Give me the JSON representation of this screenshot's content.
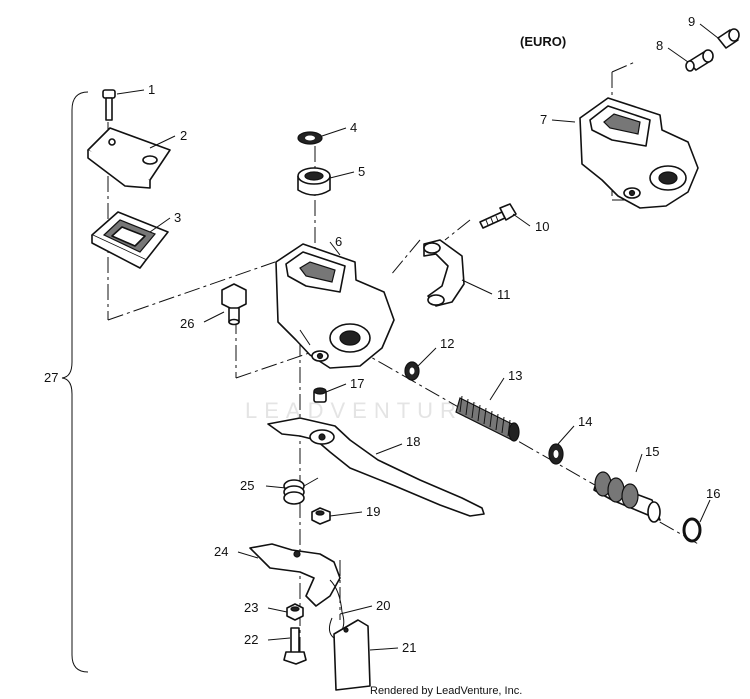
{
  "title": "(EURO)",
  "watermark": "LEADVENTURE",
  "credit": "Rendered by LeadVenture, Inc.",
  "callouts": {
    "c1": "1",
    "c2": "2",
    "c3": "3",
    "c4": "4",
    "c5": "5",
    "c6": "6",
    "c7": "7",
    "c8": "8",
    "c9": "9",
    "c10": "10",
    "c11": "11",
    "c12": "12",
    "c13": "13",
    "c14": "14",
    "c15": "15",
    "c16": "16",
    "c17": "17",
    "c18": "18",
    "c19": "19",
    "c20": "20",
    "c21": "21",
    "c22": "22",
    "c23": "23",
    "c24": "24",
    "c25": "25",
    "c26": "26",
    "c27": "27"
  }
}
